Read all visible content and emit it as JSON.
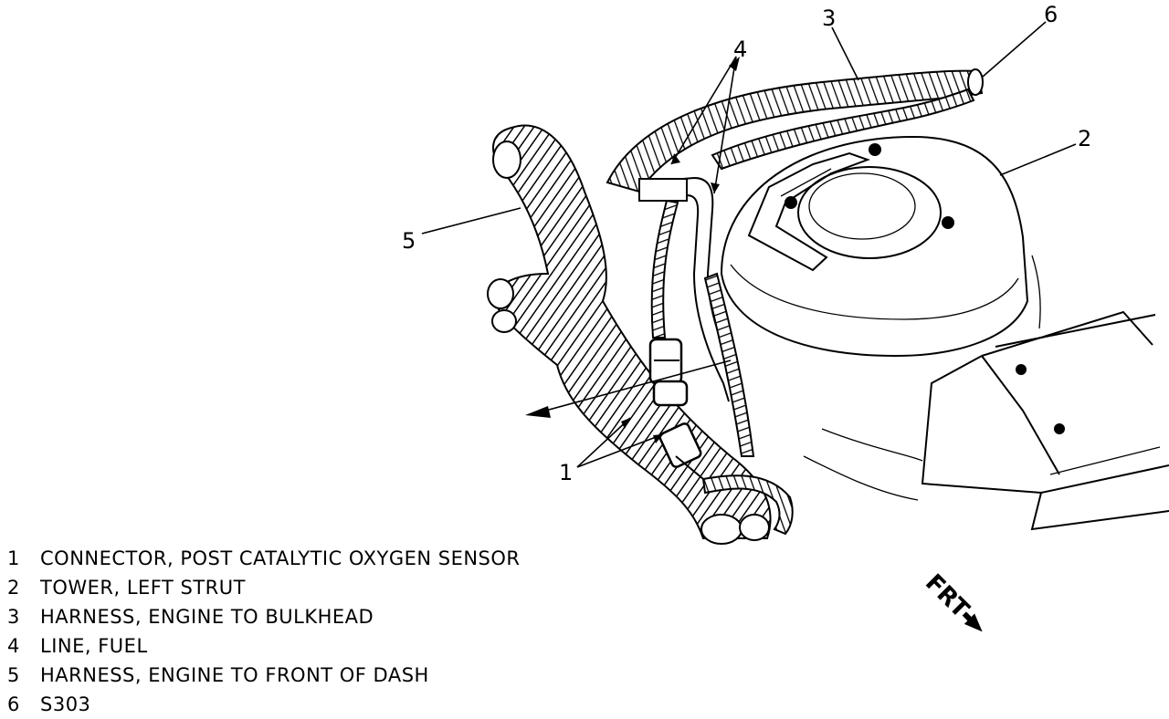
{
  "callouts": [
    {
      "num": "1",
      "text": "CONNECTOR, POST CATALYTIC OXYGEN SENSOR"
    },
    {
      "num": "2",
      "text": "TOWER, LEFT STRUT"
    },
    {
      "num": "3",
      "text": "HARNESS, ENGINE TO BULKHEAD"
    },
    {
      "num": "4",
      "text": "LINE, FUEL"
    },
    {
      "num": "5",
      "text": "HARNESS, ENGINE TO FRONT OF DASH"
    },
    {
      "num": "6",
      "text": "S303"
    }
  ],
  "direction_marker": "FRT",
  "colors": {
    "line": "#000000",
    "background": "#ffffff"
  }
}
